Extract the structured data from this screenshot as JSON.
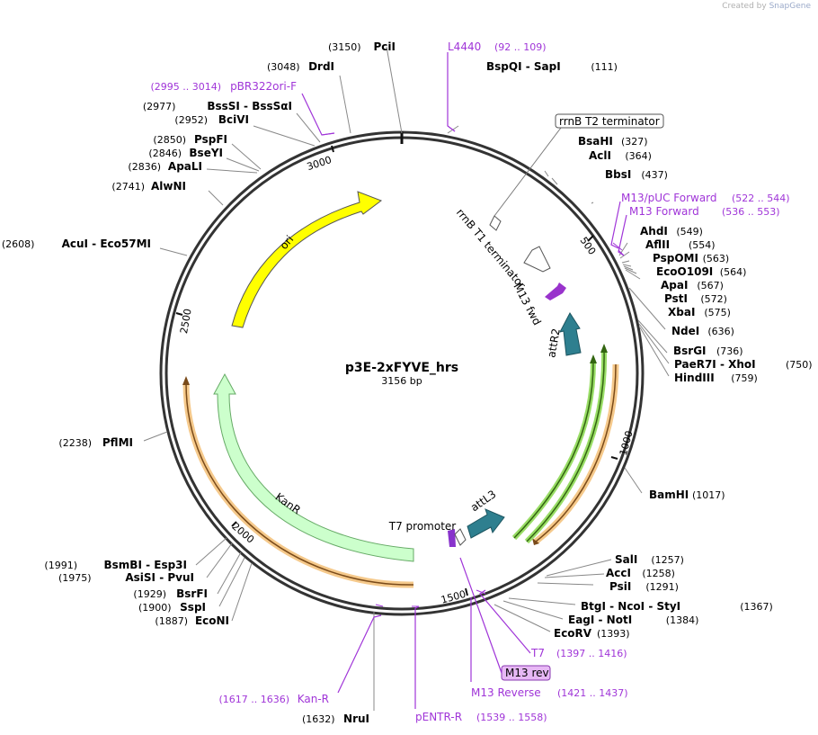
{
  "credit": {
    "prefix": "Created by",
    "brand": "SnapGene"
  },
  "plasmid": {
    "name": "p3E-2xFYVE_hrs",
    "length": "3156 bp"
  },
  "ticks": [
    "500",
    "1000",
    "1500",
    "2000",
    "2500",
    "3000"
  ],
  "sites": [
    {
      "pos": "(3150)",
      "name": "PciI"
    },
    {
      "pos": "(3048)",
      "name": "DrdI"
    },
    {
      "pos": "(2977)",
      "name": "BssSI  -  BssSαI"
    },
    {
      "pos": "(2952)",
      "name": "BciVI"
    },
    {
      "pos": "(2850)",
      "name": "PspFI"
    },
    {
      "pos": "(2846)",
      "name": "BseYI"
    },
    {
      "pos": "(2836)",
      "name": "ApaLI"
    },
    {
      "pos": "(2741)",
      "name": "AlwNI"
    },
    {
      "pos": "(2608)",
      "name": "AcuI  -  Eco57MI"
    },
    {
      "pos": "(2238)",
      "name": "PflMI"
    },
    {
      "pos": "(1991)",
      "name": "BsmBI  -  Esp3I"
    },
    {
      "pos": "(1975)",
      "name": "AsiSI  -  PvuI"
    },
    {
      "pos": "(1929)",
      "name": "BsrFI"
    },
    {
      "pos": "(1900)",
      "name": "SspI"
    },
    {
      "pos": "(1887)",
      "name": "EcoNI"
    },
    {
      "pos": "(1632)",
      "name": "NruI"
    },
    {
      "pos": "(111)",
      "name": "BspQI  -  SapI"
    },
    {
      "pos": "(327)",
      "name": "BsaHI"
    },
    {
      "pos": "(364)",
      "name": "AclI"
    },
    {
      "pos": "(437)",
      "name": "BbsI"
    },
    {
      "pos": "(549)",
      "name": "AhdI"
    },
    {
      "pos": "(554)",
      "name": "AflII"
    },
    {
      "pos": "(563)",
      "name": "PspOMI"
    },
    {
      "pos": "(564)",
      "name": "EcoO109I"
    },
    {
      "pos": "(567)",
      "name": "ApaI"
    },
    {
      "pos": "(572)",
      "name": "PstI"
    },
    {
      "pos": "(575)",
      "name": "XbaI"
    },
    {
      "pos": "(636)",
      "name": "NdeI"
    },
    {
      "pos": "(736)",
      "name": "BsrGI"
    },
    {
      "pos": "(750)",
      "name": "PaeR7I  -  XhoI"
    },
    {
      "pos": "(759)",
      "name": "HindIII"
    },
    {
      "pos": "(1017)",
      "name": "BamHI"
    },
    {
      "pos": "(1257)",
      "name": "SalI"
    },
    {
      "pos": "(1258)",
      "name": "AccI"
    },
    {
      "pos": "(1291)",
      "name": "PsiI"
    },
    {
      "pos": "(1367)",
      "name": "BtgI  -  NcoI  -  StyI"
    },
    {
      "pos": "(1384)",
      "name": "EagI  -  NotI"
    },
    {
      "pos": "(1393)",
      "name": "EcoRV"
    }
  ],
  "primers": [
    {
      "name": "L4440",
      "range": "(92 .. 109)"
    },
    {
      "name": "pBR322ori-F",
      "range": "(2995 .. 3014)"
    },
    {
      "name": "M13/pUC Forward",
      "range": "(522 .. 544)"
    },
    {
      "name": "M13 Forward",
      "range": "(536 .. 553)"
    },
    {
      "name": "T7",
      "range": "(1397 .. 1416)"
    },
    {
      "name": "M13 rev",
      "range": ""
    },
    {
      "name": "M13 Reverse",
      "range": "(1421 .. 1437)"
    },
    {
      "name": "Kan-R",
      "range": "(1617 .. 1636)"
    },
    {
      "name": "pENTR-R",
      "range": "(1539 .. 1558)"
    }
  ],
  "features": {
    "rrnB_T2": "rrnB T2 terminator",
    "rrnB_T1": "rrnB T1 terminator",
    "m13_fwd": "M13 fwd",
    "attR2": "attR2",
    "ori": "ori",
    "kanR": "KanR",
    "t7_promoter": "T7 promoter",
    "attL3": "attL3"
  },
  "colors": {
    "enzyme": "#000000",
    "primer": "#a035d8",
    "ori": "#ffff00",
    "kanR": "#ccffcc",
    "attR": "#2e7f8f",
    "orf_green": "#99dd66",
    "orf_orange": "#f5c98b",
    "m13": "#9933cc"
  }
}
